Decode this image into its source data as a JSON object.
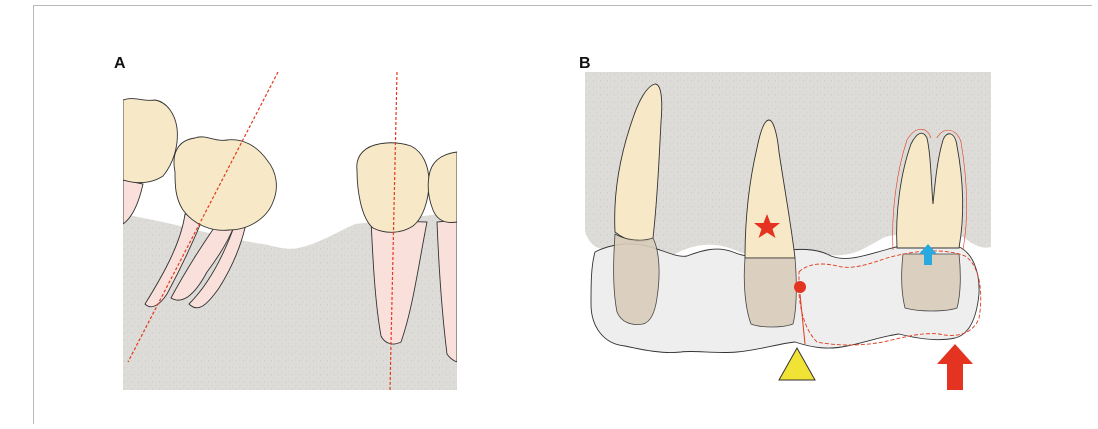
{
  "figure": {
    "panel_a": {
      "label": "A"
    },
    "panel_b": {
      "label": "B"
    }
  },
  "colors": {
    "bone": "#dedcd8",
    "bone_speckle": "#cbc8c2",
    "crown": "#f7e9c7",
    "root_pink": "#f9e0da",
    "outline": "#333333",
    "axis_line_red": "#e23a1c",
    "prosthesis_grey": "#eeeeee",
    "abutment_tan": "#d9ccba",
    "marker_red": "#e53321",
    "triangle_yellow": "#f1e336",
    "arrow_blue": "#28a9df"
  },
  "markers": {
    "axis_lines": "dashed-red-tooth-axis",
    "star": "red-star-icon",
    "dot": "red-dot-icon",
    "triangle": "yellow-triangle-icon",
    "arrow_up_red": "red-up-arrow-icon",
    "arrow_up_blue": "blue-up-arrow-icon"
  }
}
